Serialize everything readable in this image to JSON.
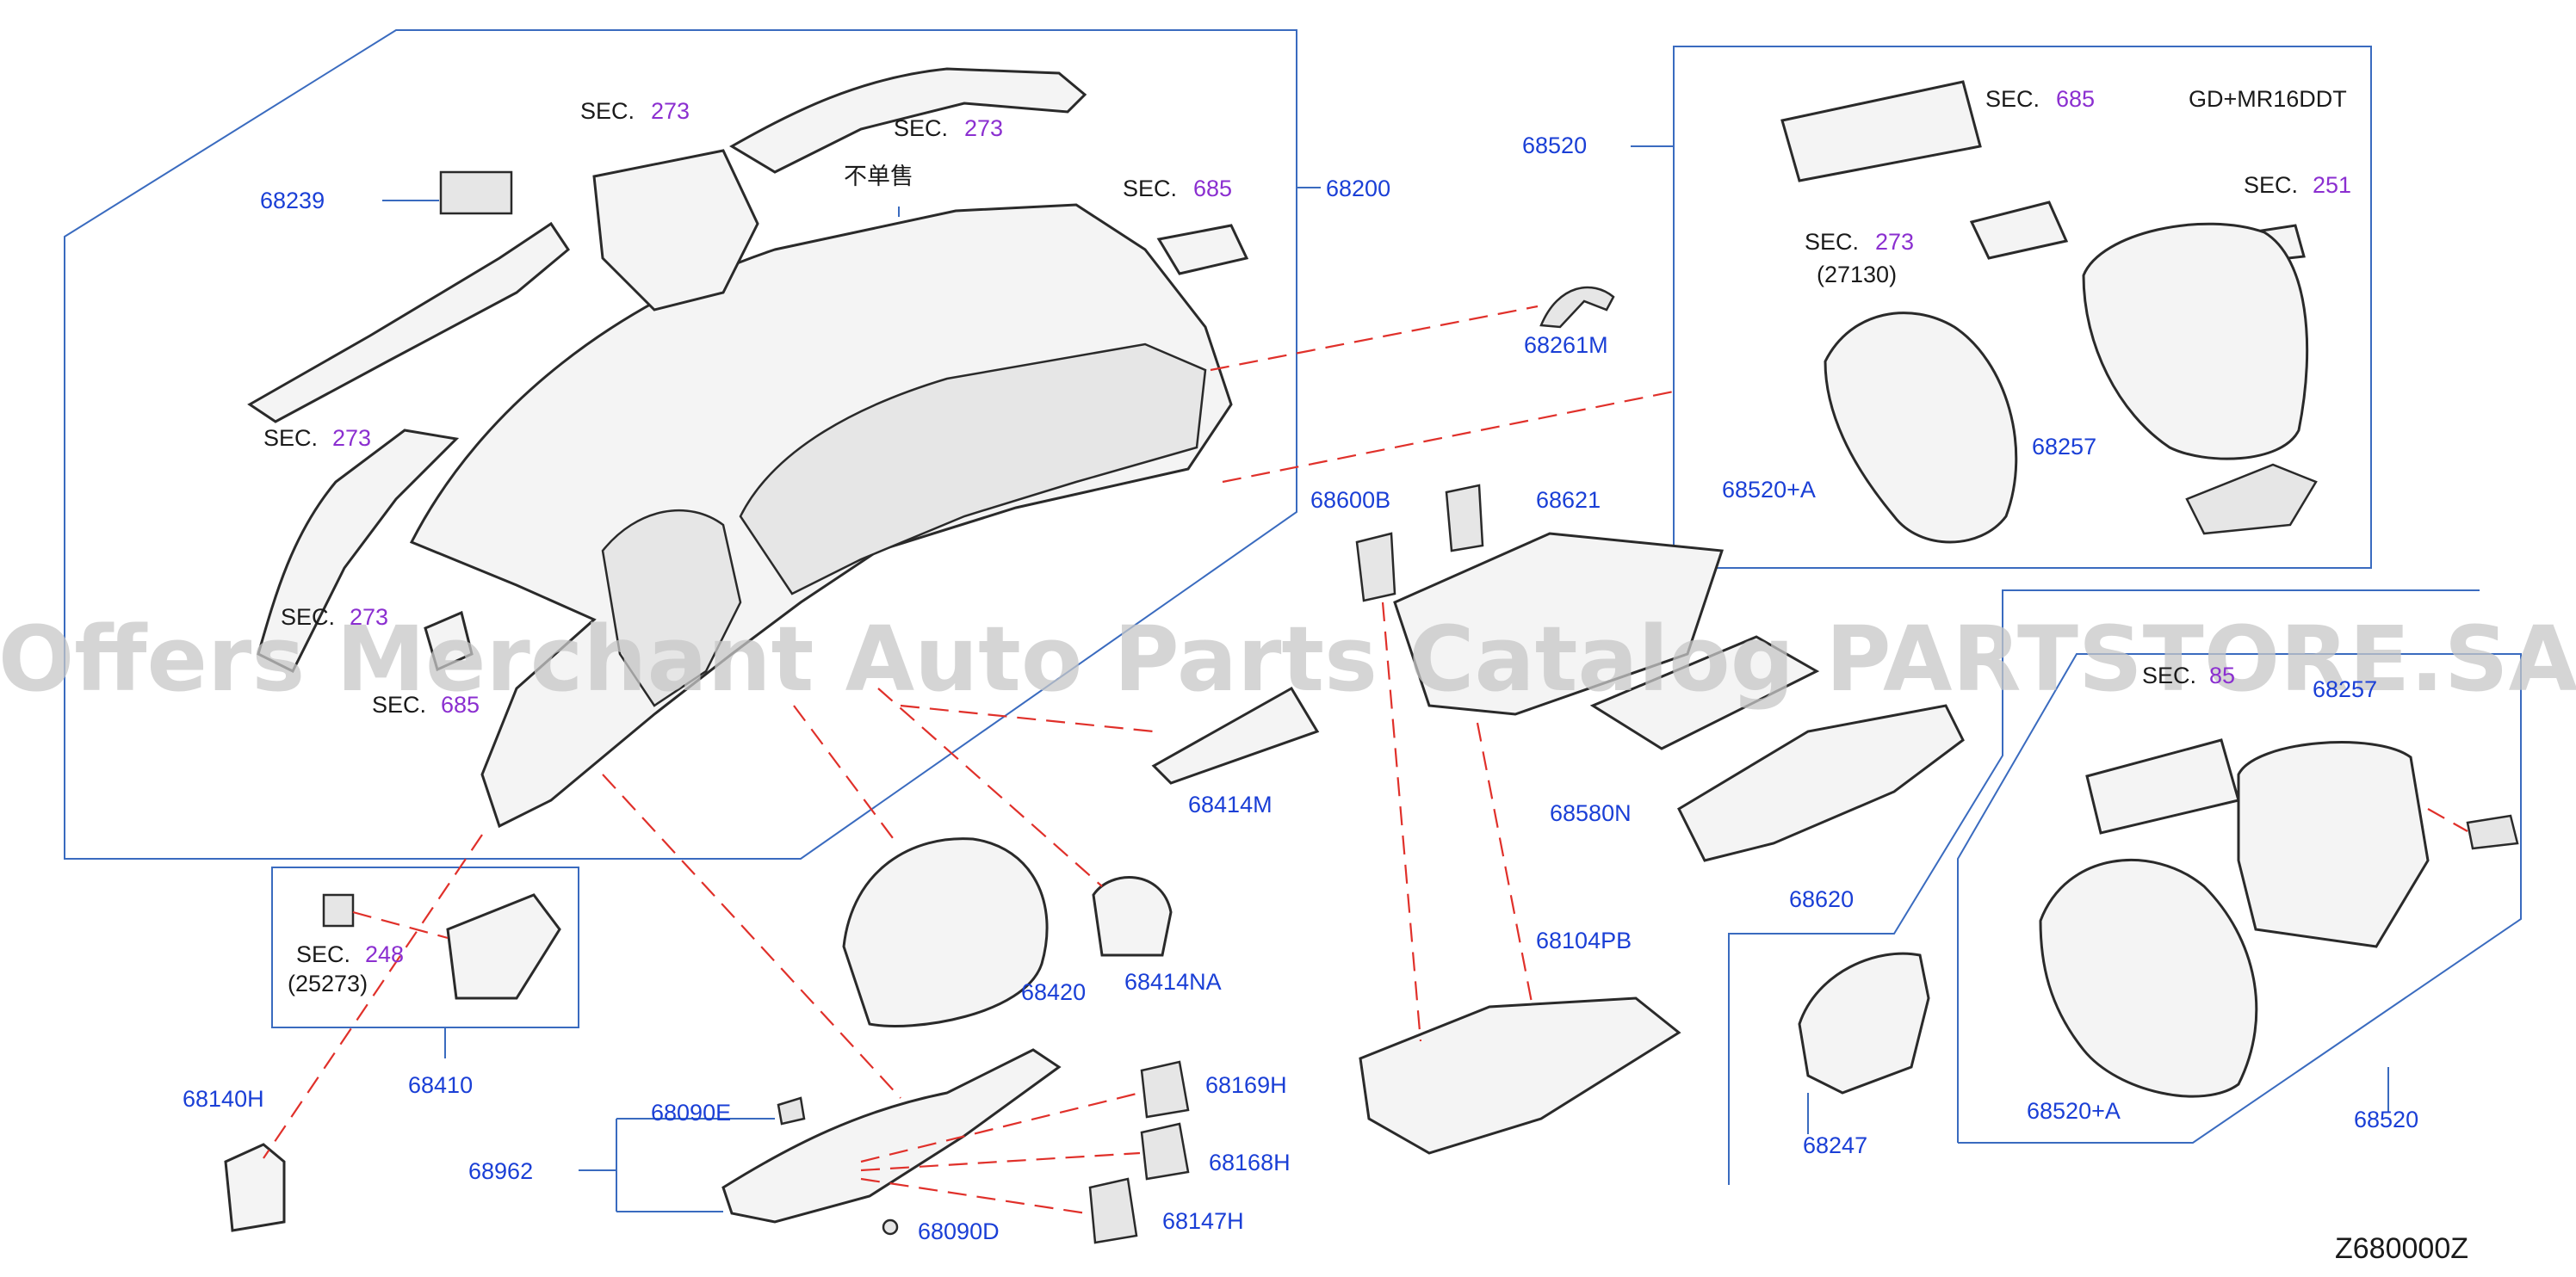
{
  "labels": {
    "sec273_a": {
      "prefix": "SEC.",
      "num": "273"
    },
    "sec273_b": {
      "prefix": "SEC.",
      "num": "273"
    },
    "sec273_c": {
      "prefix": "SEC.",
      "num": "273"
    },
    "sec273_d": {
      "prefix": "SEC.",
      "num": "273"
    },
    "sec685_a": {
      "prefix": "SEC.",
      "num": "685"
    },
    "sec685_b": {
      "prefix": "SEC.",
      "num": "685"
    },
    "sec685_c": {
      "prefix": "SEC.",
      "num": "685"
    },
    "sec273_e": {
      "prefix": "SEC.",
      "num": "273"
    },
    "sec251": {
      "prefix": "SEC.",
      "num": "251"
    },
    "sec248": {
      "prefix": "SEC.",
      "num": "248"
    },
    "sec_partial": {
      "prefix": "SEC.",
      "num": "85"
    },
    "no_sale": "不单售",
    "p68239": "68239",
    "p68200": "68200",
    "p68520_top": "68520",
    "p68261M": "68261M",
    "p68600B": "68600B",
    "p68621": "68621",
    "p68520A_top": "68520+A",
    "p68257_top": "68257",
    "p68257_bottom": "68257",
    "p27130": "(27130)",
    "p25273": "(25273)",
    "p68414M": "68414M",
    "p68580N": "68580N",
    "p68620": "68620",
    "p68420": "68420",
    "p68414NA": "68414NA",
    "p68104PB": "68104PB",
    "p68410": "68410",
    "p68140H": "68140H",
    "p68090E": "68090E",
    "p68962": "68962",
    "p68169H": "68169H",
    "p68168H": "68168H",
    "p68147H": "68147H",
    "p68090D": "68090D",
    "p68247": "68247",
    "p68520A_bottom": "68520+A",
    "p68520_bottom": "68520",
    "variant": "GD+MR16DDT",
    "diagram_code": "Z680000Z"
  },
  "watermark": "Offers Merchant Auto Parts Catalog PARTSTORE.SA",
  "colors": {
    "part_number": "#1a3fd6",
    "section_number": "#8b2fd0",
    "leader": "#3a6bbf",
    "dashed": "#e0302a"
  }
}
